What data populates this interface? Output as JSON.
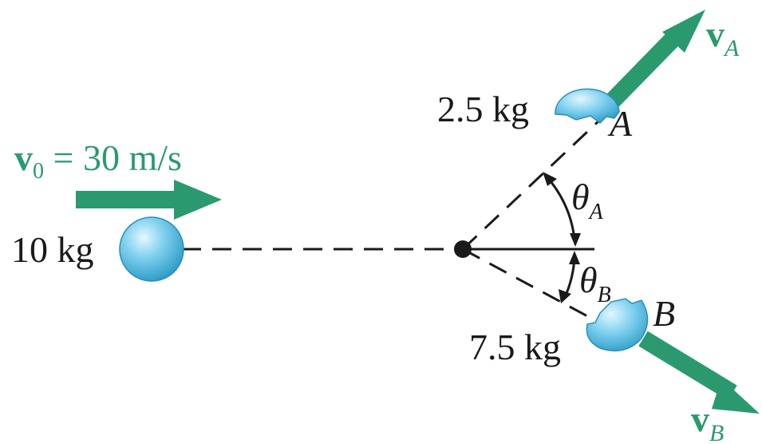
{
  "projectile": {
    "mass": "10 kg",
    "velocity_symbol": "v",
    "velocity_subscript": "0",
    "velocity_rest": " = 30 m/s"
  },
  "fragment_a": {
    "mass": "2.5 kg",
    "point": "A",
    "velocity_symbol": "v",
    "velocity_subscript": "A",
    "angle_symbol": "θ",
    "angle_subscript": "A"
  },
  "fragment_b": {
    "mass": "7.5 kg",
    "point": "B",
    "velocity_symbol": "v",
    "velocity_subscript": "B",
    "angle_symbol": "θ",
    "angle_subscript": "B"
  },
  "colors": {
    "arrow": "#2a9a6e",
    "sphere": "#6cc6e8",
    "ink": "#1a1a1a"
  }
}
